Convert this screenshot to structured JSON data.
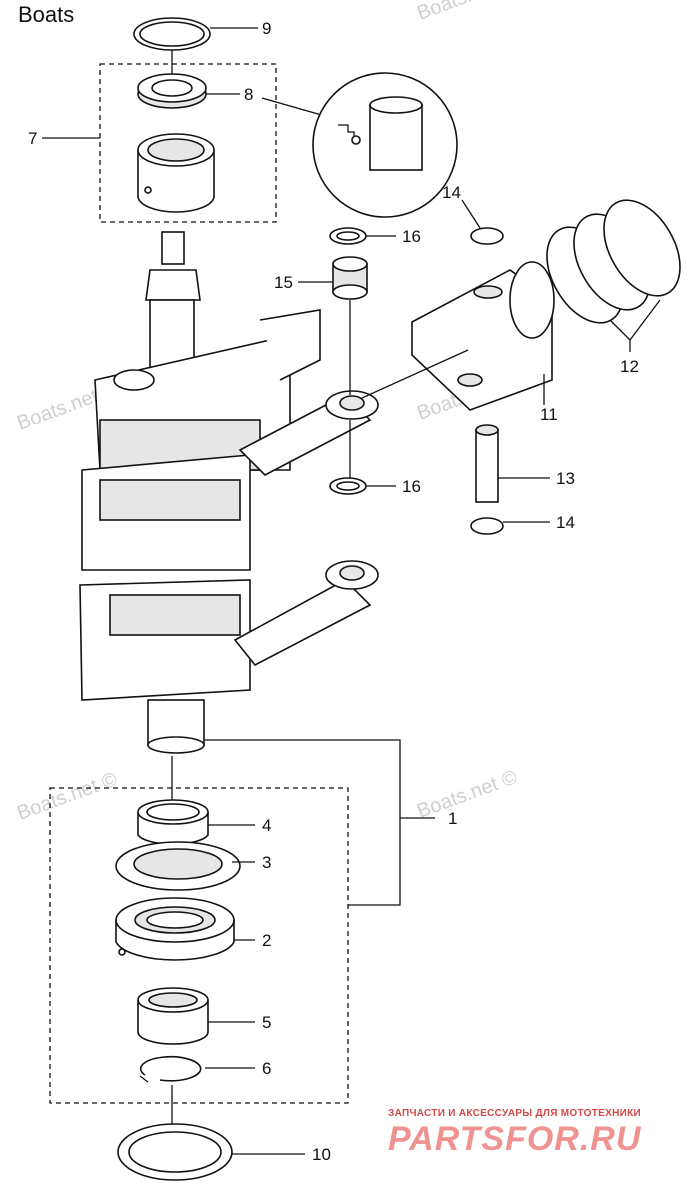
{
  "watermarks": {
    "corner": "Boats",
    "repeat": "Boats.net ©"
  },
  "callouts": [
    "1",
    "2",
    "3",
    "4",
    "5",
    "6",
    "7",
    "8",
    "9",
    "10",
    "11",
    "12",
    "13",
    "14",
    "14",
    "15",
    "16",
    "16"
  ],
  "footer": {
    "tagline": "ЗАПЧАСТИ И АКСЕССУАРЫ ДЛЯ МОТОТЕХНИКИ",
    "brand": "PARTSFOR.RU",
    "brand_color": "#e94a4a"
  }
}
